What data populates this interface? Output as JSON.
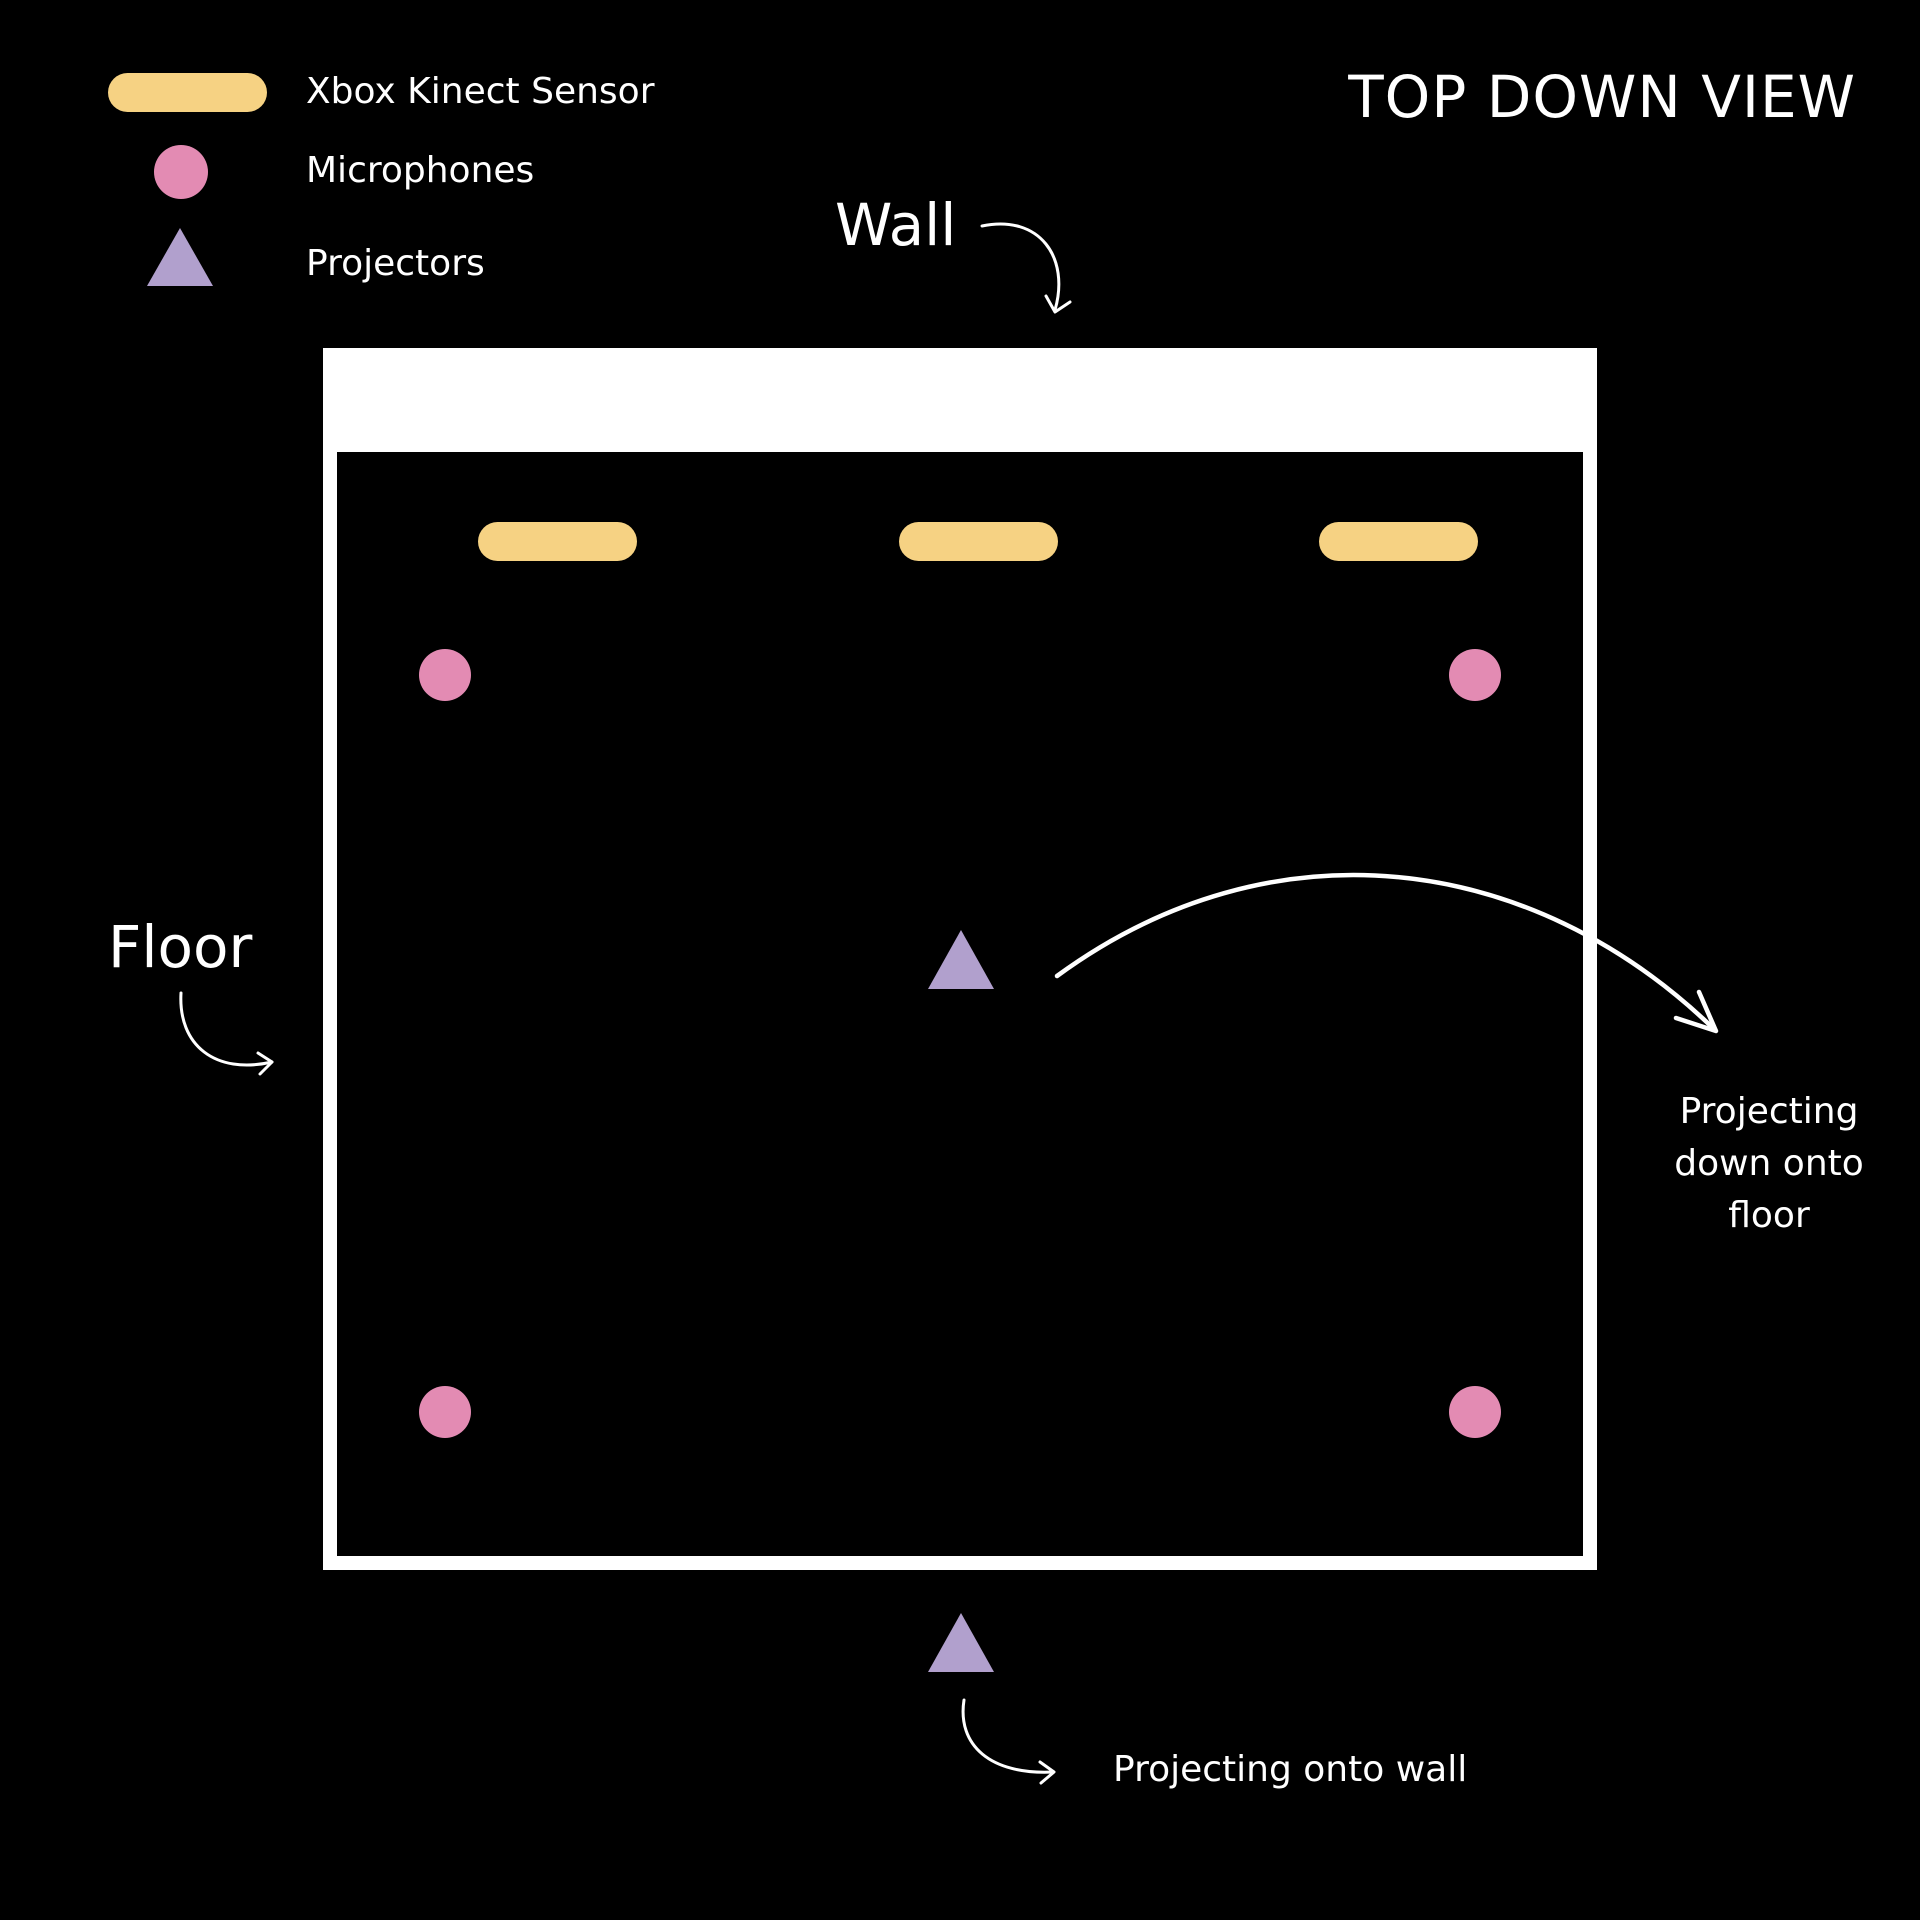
{
  "title": "TOP DOWN VIEW",
  "colors": {
    "background": "#000000",
    "sensor": "#f6d283",
    "microphone": "#e38bb3",
    "projector": "#b1a0cd",
    "line": "#ffffff"
  },
  "legend": {
    "items": [
      {
        "label": "Xbox Kinect Sensor",
        "icon": "sensor-pill-icon"
      },
      {
        "label": "Microphones",
        "icon": "microphone-circle-icon"
      },
      {
        "label": "Projectors",
        "icon": "projector-triangle-icon"
      }
    ]
  },
  "labels": {
    "wall": "Wall",
    "floor": "Floor",
    "projecting_floor_lines": [
      "Projecting",
      "down onto",
      "floor"
    ],
    "projecting_wall": "Projecting onto wall"
  },
  "room": {
    "sensors": 3,
    "microphones": 4,
    "projectors": 2
  }
}
